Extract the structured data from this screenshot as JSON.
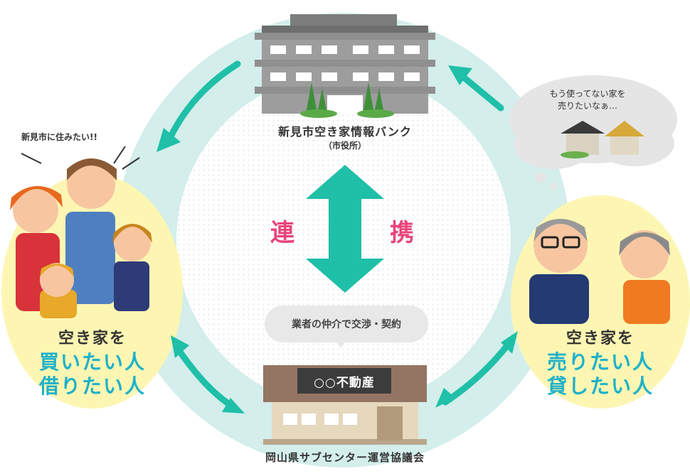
{
  "center": {
    "bank_title": "新見市空き家情報バンク",
    "bank_sub": "（市役所）",
    "link_left": "連",
    "link_right": "携",
    "broker_bubble": "業者の仲介で交渉・契約",
    "realestate_sign": "○○不動産",
    "subcenter": "岡山県サブセンター運営協議会"
  },
  "buyers": {
    "speech": "新見市に住みたい!!",
    "line1": "空き家を",
    "line2": "買いたい人",
    "line3": "借りたい人"
  },
  "sellers": {
    "thought_line1": "もう使ってない家を",
    "thought_line2": "売りたいなぁ…",
    "line1": "空き家を",
    "line2": "売りたい人",
    "line3": "貸したい人"
  },
  "colors": {
    "ring": "#d3eeeb",
    "arrow": "#1fbfa8",
    "highlight": "#1fb1c9",
    "link": "#e9457a",
    "disc": "#fdf6b3"
  }
}
